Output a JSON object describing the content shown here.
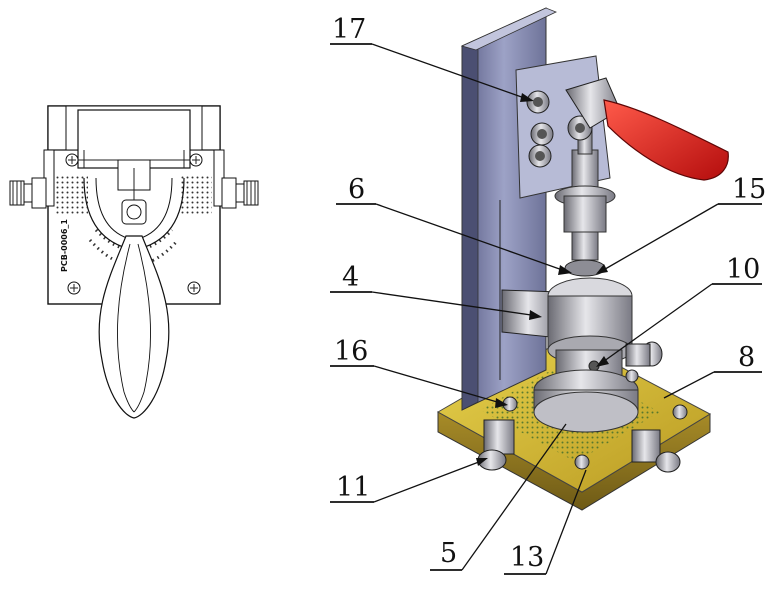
{
  "callouts": {
    "c17": "17",
    "c6": "6",
    "c15": "15",
    "c4": "4",
    "c10": "10",
    "c16": "16",
    "c8": "8",
    "c11": "11",
    "c5": "5",
    "c13": "13"
  },
  "left_view": {
    "board_marking": "PCB-0006_1"
  },
  "colors": {
    "handle": "#e01b1b",
    "frame": "#8a8fb5",
    "base_board": "#d8c03a",
    "metal": "#c9c9cf"
  }
}
